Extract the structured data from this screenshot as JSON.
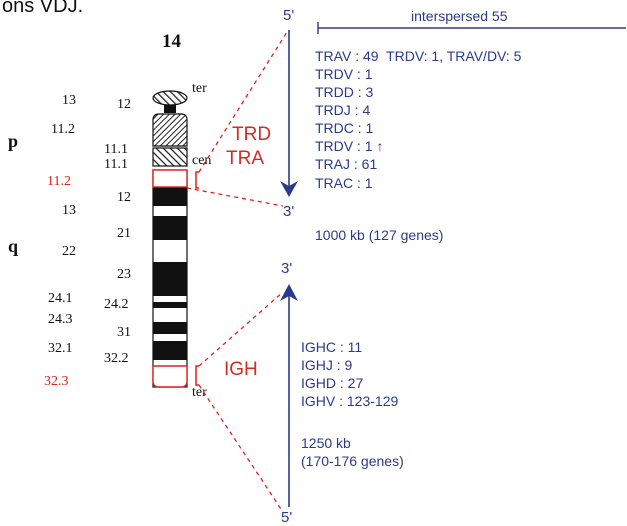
{
  "header_fragment": "ons VDJ.",
  "chromosome": {
    "number": "14",
    "p_arm_label": "p",
    "q_arm_label": "q",
    "ter_top": "ter",
    "cen": "cen",
    "ter_bottom": "ter",
    "outer_bands": [
      "13",
      "11.2",
      "11.2",
      "13",
      "22",
      "24.1",
      "24.3",
      "32.1",
      "32.3"
    ],
    "inner_bands": [
      "12",
      "11.1",
      "11.1",
      "12",
      "21",
      "23",
      "24.2",
      "31",
      "32.2"
    ]
  },
  "loci": {
    "trd": "TRD",
    "tra": "TRA",
    "igh": "IGH"
  },
  "top_locus": {
    "arrow_top": "5'",
    "arrow_bottom": "3'",
    "interspersed": "interspersed 55",
    "genes": [
      "TRAV : 49  TRDV: 1, TRAV/DV: 5",
      "TRDV : 1",
      "TRDD : 3",
      "TRDJ : 4",
      "TRDC : 1",
      "TRDV : 1 ↑",
      "TRAJ : 61",
      "TRAC : 1"
    ],
    "size": "1000 kb (127 genes)"
  },
  "bottom_locus": {
    "arrow_top": "3'",
    "arrow_bottom": "5'",
    "genes": [
      "IGHC : 11",
      "IGHJ : 9",
      "IGHD : 27",
      "IGHV : 123-129"
    ],
    "size_line1": "1250 kb",
    "size_line2": "(170-176 genes)"
  },
  "colors": {
    "ink": "#111111",
    "red": "#e0201a",
    "navy": "#2b3a8c",
    "red_label": "#d42a24"
  }
}
